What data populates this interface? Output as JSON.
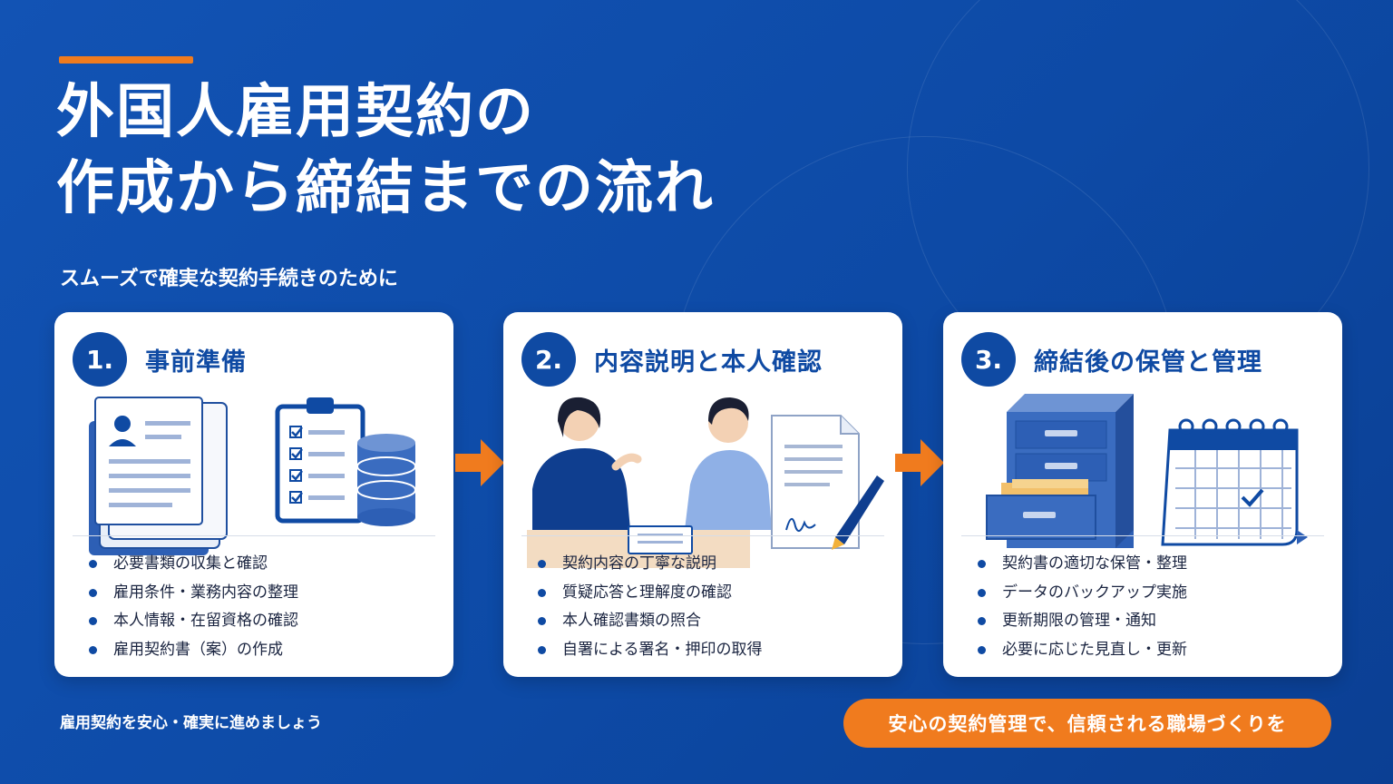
{
  "header": {
    "title_line1": "外国人雇用契約の",
    "title_line2": "作成から締結までの流れ",
    "subtitle": "スムーズで確実な契約手続きのために"
  },
  "steps": [
    {
      "number": "1.",
      "title": "事前準備",
      "icons": [
        "documents-icon",
        "checklist-clipboard-icon",
        "database-icon"
      ],
      "bullets": [
        "必要書類の収集と確認",
        "雇用条件・業務内容の整理",
        "本人情報・在留資格の確認",
        "雇用契約書（案）の作成"
      ]
    },
    {
      "number": "2.",
      "title": "内容説明と本人確認",
      "icons": [
        "meeting-people-icon",
        "signed-document-icon",
        "pen-icon"
      ],
      "bullets": [
        "契約内容の丁寧な説明",
        "質疑応答と理解度の確認",
        "本人確認書類の照合",
        "自署による署名・押印の取得"
      ]
    },
    {
      "number": "3.",
      "title": "締結後の保管と管理",
      "icons": [
        "filing-cabinet-icon",
        "calendar-icon"
      ],
      "bullets": [
        "契約書の適切な保管・整理",
        "データのバックアップ実施",
        "更新期限の管理・通知",
        "必要に応じた見直し・更新"
      ]
    }
  ],
  "footer": {
    "note": "雇用契約を安心・確実に進めましょう",
    "cta": "安心の契約管理で、信頼される職場づくりを"
  },
  "colors": {
    "background": "#1253b4",
    "accent": "#f07b1e",
    "primary": "#0f4aa3",
    "card": "#ffffff"
  }
}
